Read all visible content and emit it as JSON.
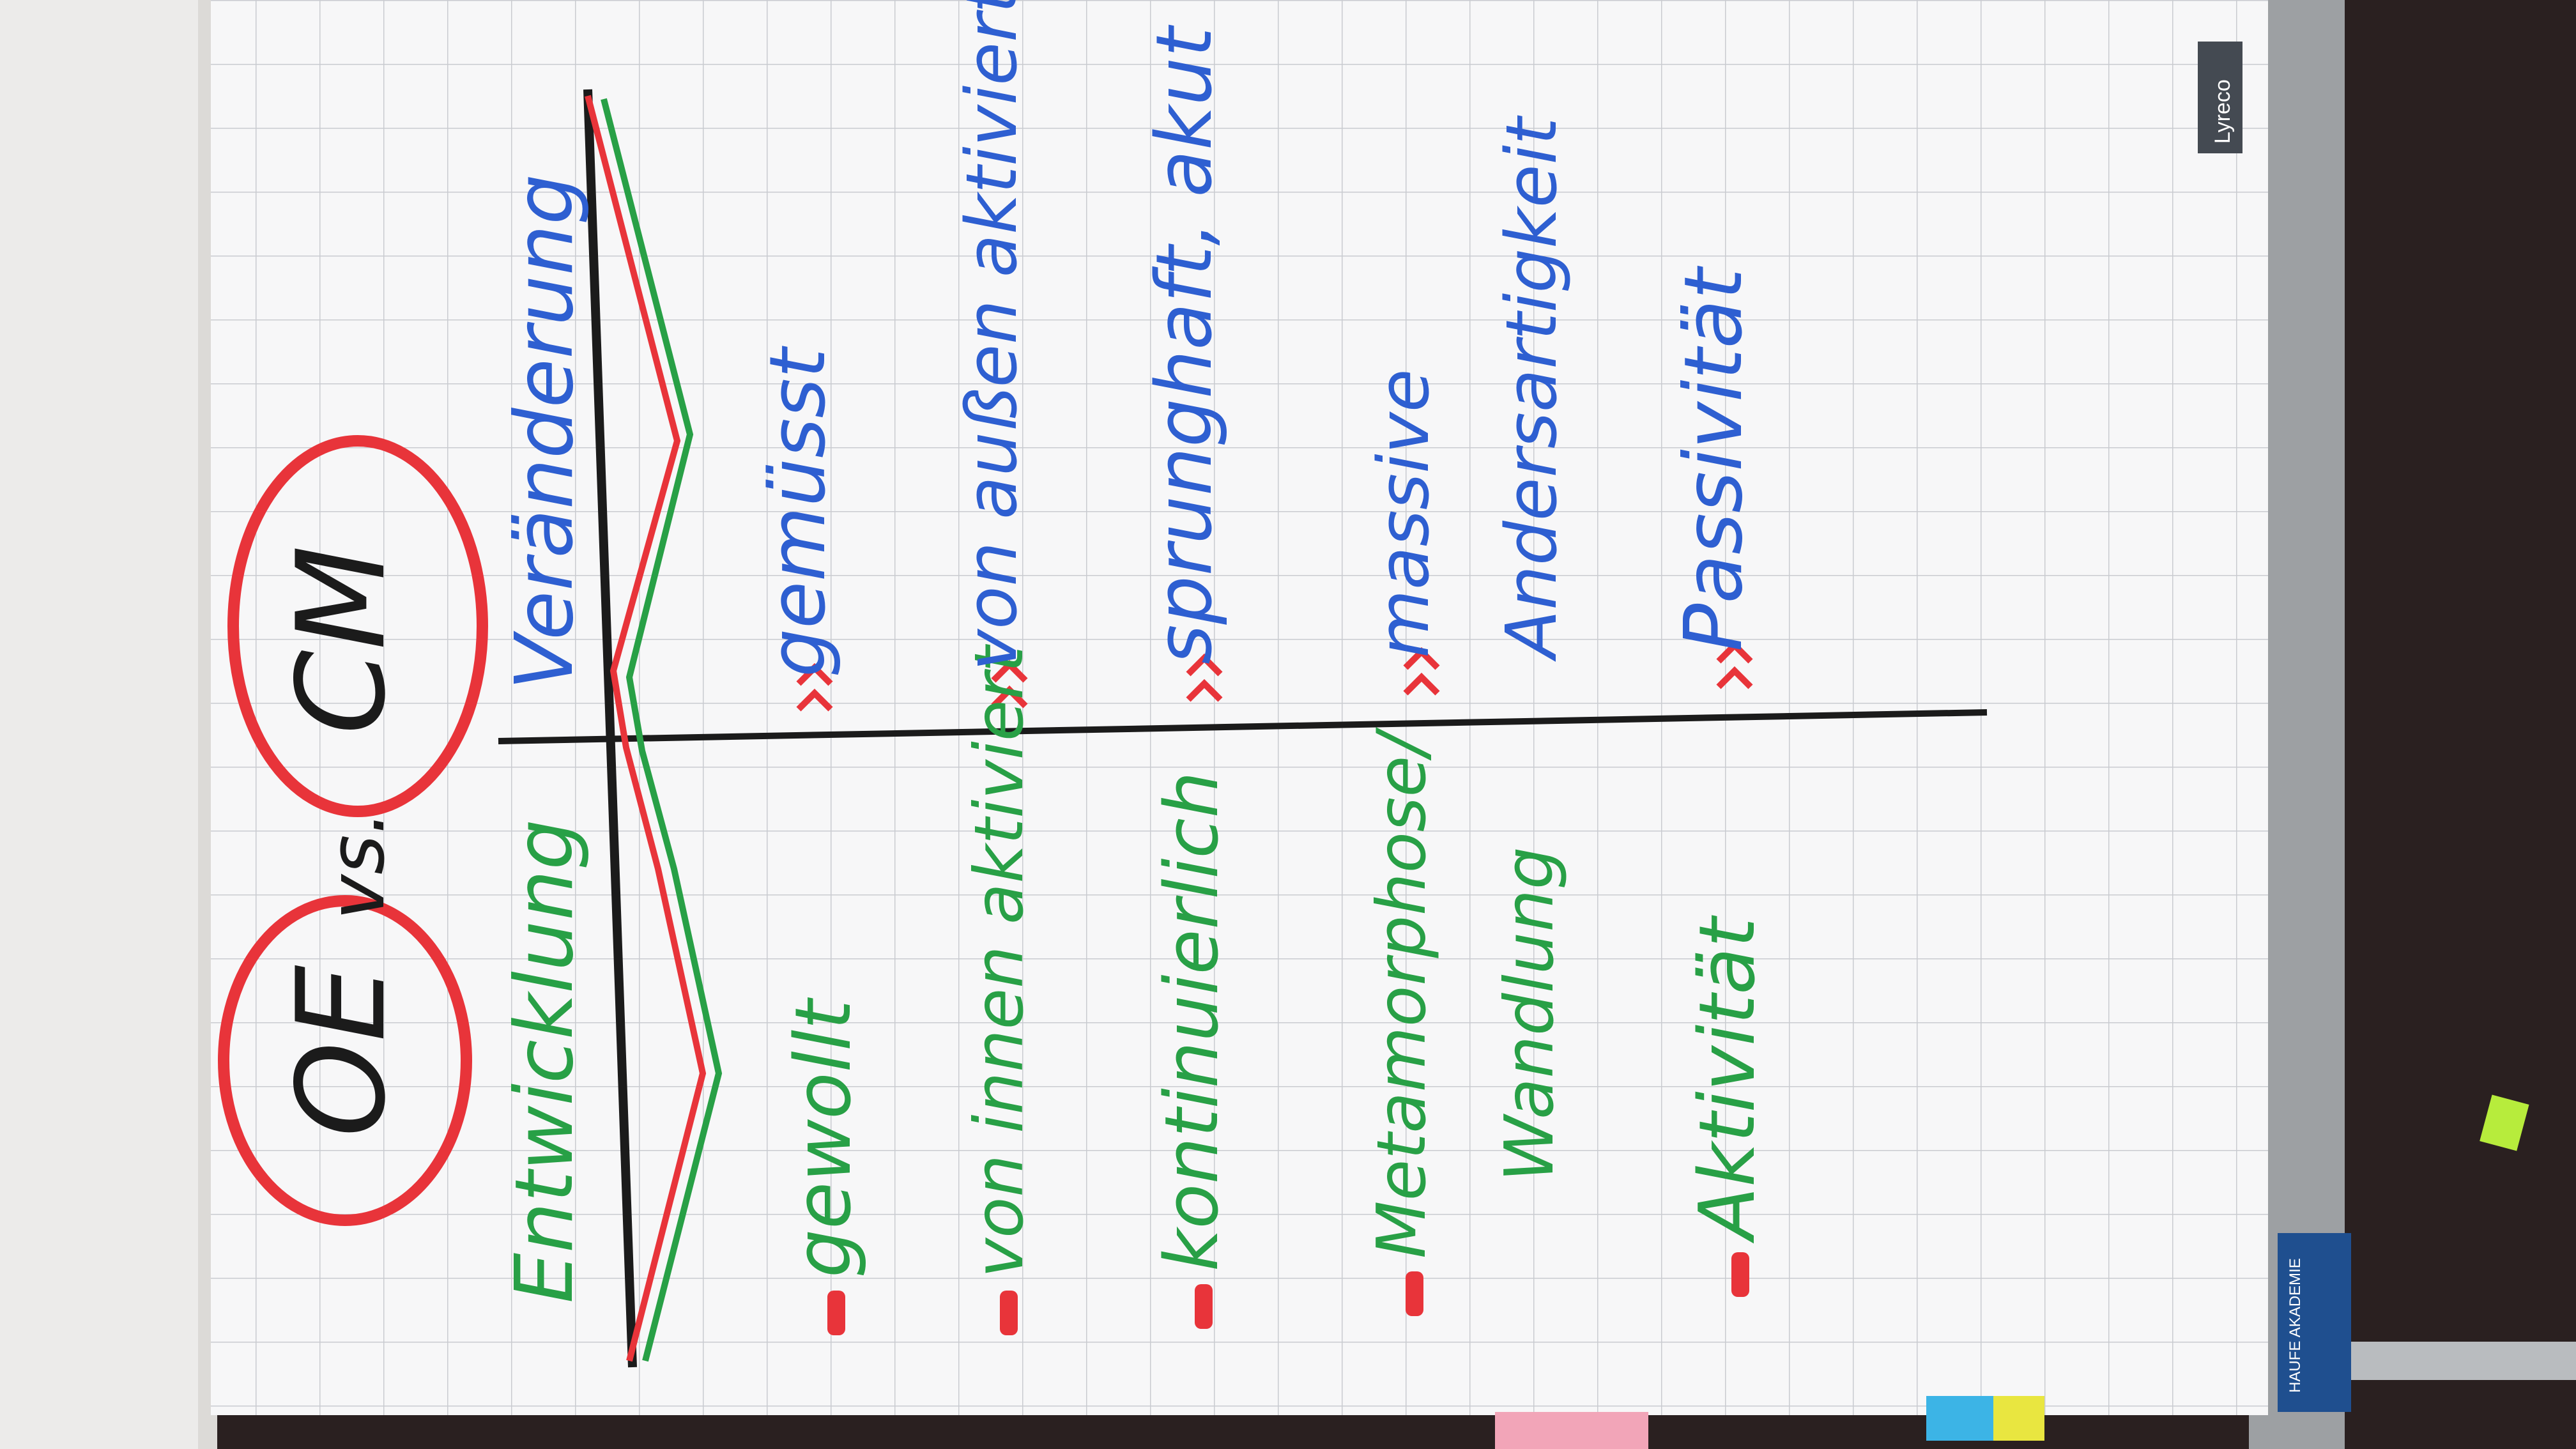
{
  "colors": {
    "red": "#e8343a",
    "green": "#28a046",
    "blue": "#2e5fd1",
    "black": "#1b1b1b",
    "paper": "#f7f7f8",
    "grid": "#c9cbd0",
    "carpet": "#2a2020"
  },
  "flipchart": {
    "title_left": "OE",
    "title_vs": "vs.",
    "title_right": "CM",
    "header_left": "Entwicklung",
    "header_right": "Veränderung",
    "rows": [
      {
        "left": "gewollt",
        "right": "gemüsst"
      },
      {
        "left": "von innen aktiviert",
        "right": "von außen aktiviert"
      },
      {
        "left": "kontinuierlich",
        "right": "sprunghaft, akut"
      },
      {
        "left": "Metamorphose/ Wandlung",
        "right": "massive Andersartigkeit"
      },
      {
        "left": "Aktivität",
        "right": "Passivität"
      }
    ],
    "brand": "Lyreco",
    "label": "HAUFE AKADEMIE"
  }
}
